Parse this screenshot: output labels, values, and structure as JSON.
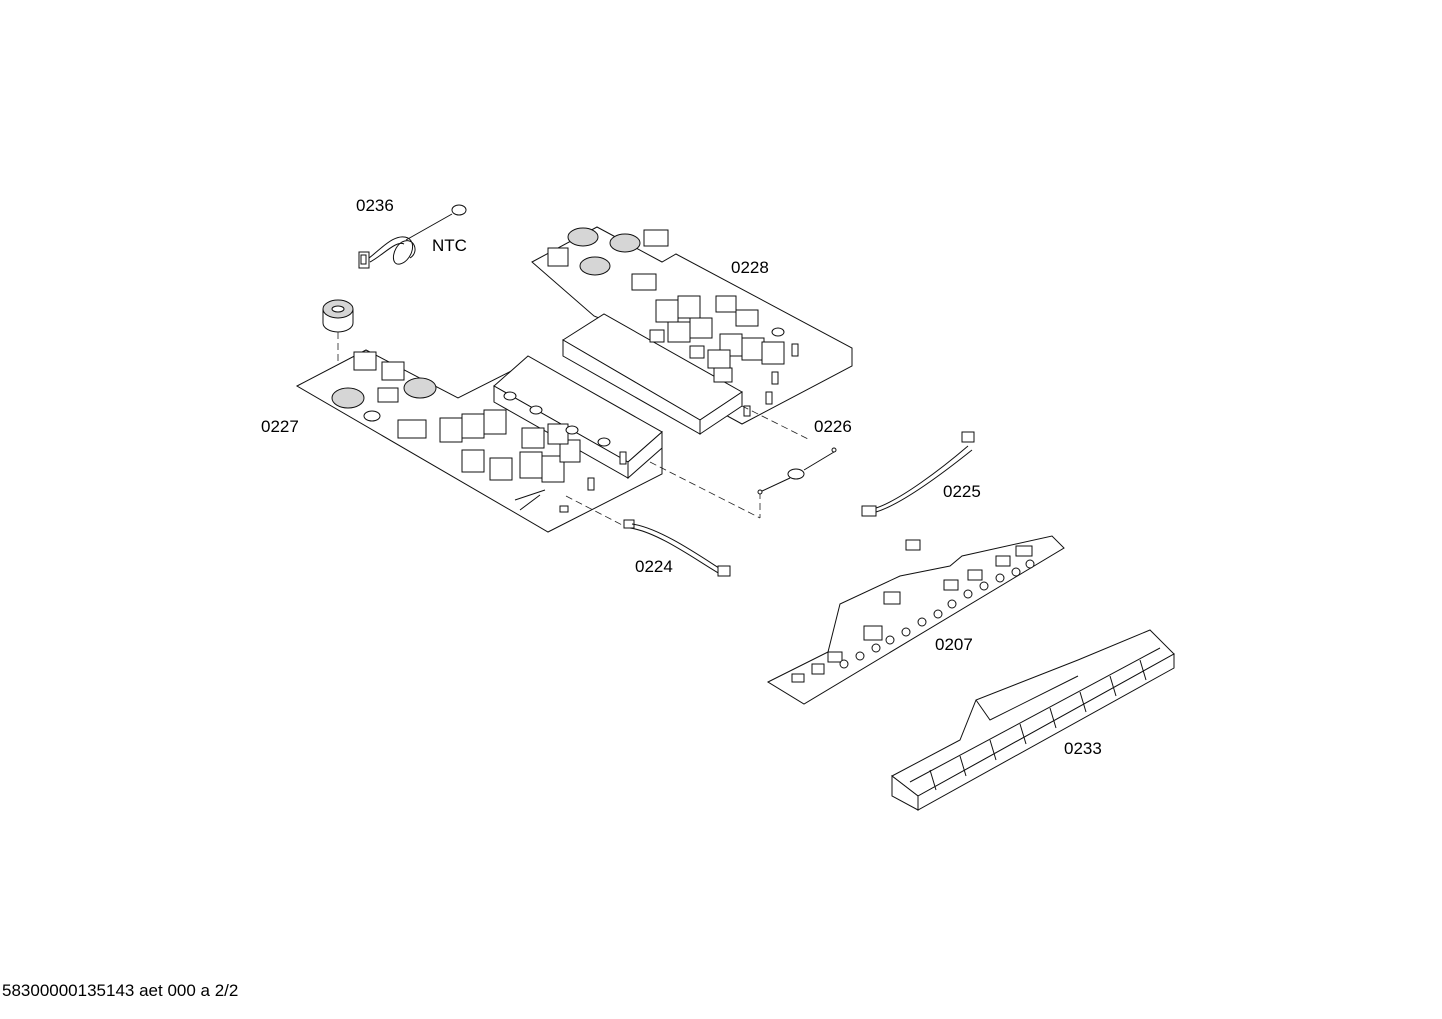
{
  "parts": [
    {
      "id": "0236",
      "label": "0236"
    },
    {
      "id": "ntc",
      "label": "NTC"
    },
    {
      "id": "0228",
      "label": "0228"
    },
    {
      "id": "0227",
      "label": "0227"
    },
    {
      "id": "0226",
      "label": "0226"
    },
    {
      "id": "0225",
      "label": "0225"
    },
    {
      "id": "0224",
      "label": "0224"
    },
    {
      "id": "0207",
      "label": "0207"
    },
    {
      "id": "0233",
      "label": "0233"
    }
  ],
  "footer": {
    "text": "58300000135143 aet 000 a 2/2"
  }
}
